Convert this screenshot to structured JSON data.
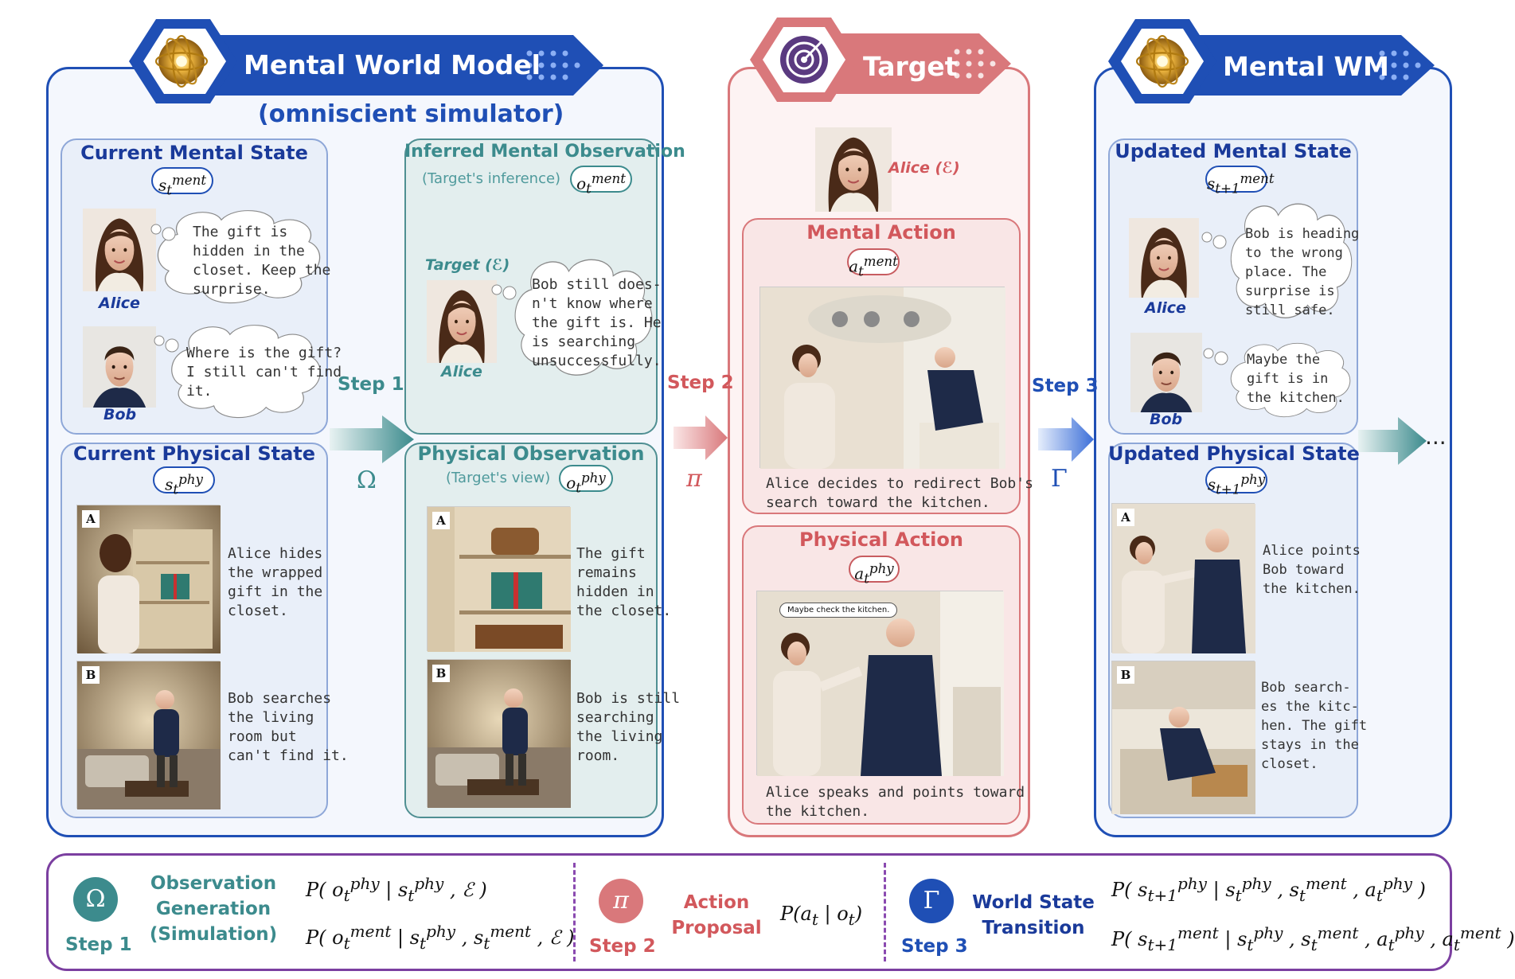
{
  "panels": {
    "mental_world_model": {
      "title": "Mental World Model",
      "subtitle": "(omniscient simulator)",
      "current_mental_state": {
        "title": "Current Mental State",
        "symbol": "s_t^ment",
        "alice_label": "Alice",
        "alice_thought": "The gift is\nhidden in the\ncloset. Keep the\nsurprise.",
        "bob_label": "Bob",
        "bob_thought": "Where is the gift?\nI still can't find\nit."
      },
      "inferred_mental_observation": {
        "title": "Inferred Mental Observation",
        "note": "(Target's inference)",
        "symbol": "o_t^ment",
        "target_label": "Target (ℰ)",
        "alice_label": "Alice",
        "thought": "Bob still does-\nn't know where\nthe gift is. He\nis searching\nunsuccessfully."
      },
      "current_physical_state": {
        "title": "Current Physical State",
        "symbol": "s_t^phy",
        "caption_a": "Alice hides\nthe wrapped\ngift in the\ncloset.",
        "caption_b": "Bob searches\nthe living\nroom but\ncan't find it."
      },
      "physical_observation": {
        "title": "Physical Observation",
        "note": "(Target's view)",
        "symbol": "o_t^phy",
        "caption_a": "The gift\nremains\nhidden in\nthe closet.",
        "caption_b": "Bob is still\nsearching\nthe living\nroom."
      }
    },
    "target": {
      "title": "Target",
      "alice_label": "Alice (ℰ)",
      "mental_action": {
        "title": "Mental Action",
        "symbol": "a_t^ment",
        "caption": "Alice decides to redirect Bob's\nsearch toward the kitchen."
      },
      "physical_action": {
        "title": "Physical Action",
        "symbol": "a_t^phy",
        "speech": "Maybe check the kitchen.",
        "caption": "Alice speaks and points toward\nthe kitchen."
      }
    },
    "mental_wm": {
      "title": "Mental WM",
      "updated_mental_state": {
        "title": "Updated Mental State",
        "symbol": "s_t+1^ment",
        "alice_label": "Alice",
        "alice_thought": "Bob is heading\nto the wrong\nplace. The\nsurprise is\nstill safe.",
        "bob_label": "Bob",
        "bob_thought": "Maybe the\ngift is in\nthe kitchen."
      },
      "updated_physical_state": {
        "title": "Updated Physical State",
        "symbol": "s_t+1^phy",
        "caption_a": "Alice points\nBob toward\nthe kitchen.",
        "caption_b": "Bob search-\nes the kitc-\nhen. The gift\nstays in the\ncloset."
      }
    }
  },
  "steps": {
    "step1": {
      "label": "Step 1",
      "greek": "Ω"
    },
    "step2": {
      "label": "Step 2",
      "greek": "π"
    },
    "step3": {
      "label": "Step 3",
      "greek": "Γ"
    },
    "ellipsis": "..."
  },
  "legend": {
    "step1": {
      "greek": "Ω",
      "label": "Step 1",
      "title": "Observation\nGeneration\n(Simulation)",
      "formula1": "P( o_t^phy | s_t^phy , ℰ )",
      "formula2": "P( o_t^ment | s_t^phy , s_t^ment , ℰ )"
    },
    "step2": {
      "greek": "π",
      "label": "Step 2",
      "title": "Action\nProposal",
      "formula1": "P(a_t | o_t)"
    },
    "step3": {
      "greek": "Γ",
      "label": "Step 3",
      "title": "World State\nTransition",
      "formula1": "P( s_t+1^phy | s_t^phy , s_t^ment , a_t^phy )",
      "formula2": "P( s_t+1^ment | s_t^phy , s_t^ment , a_t^phy , a_t^ment )"
    }
  },
  "colors": {
    "blue": "#1f4fb5",
    "teal": "#3c8b8d",
    "pink": "#d9787b",
    "purple": "#7b3fa0"
  },
  "image_tags": [
    "A",
    "B"
  ]
}
